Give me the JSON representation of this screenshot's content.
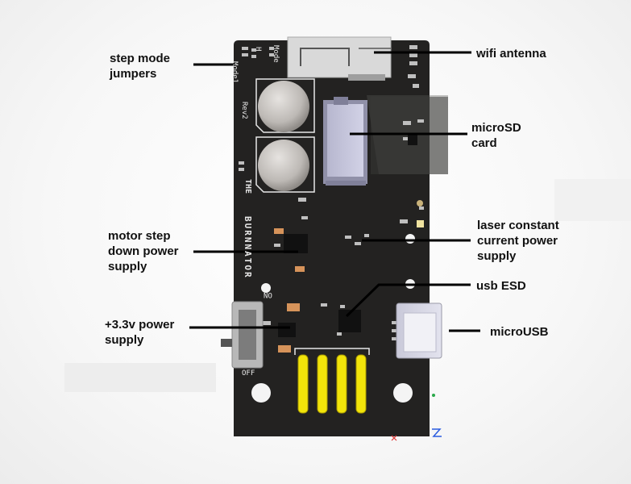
{
  "callouts": {
    "step_mode_jumpers": [
      "step mode",
      "jumpers"
    ],
    "wifi_antenna": [
      "wifi antenna"
    ],
    "microsd_card": [
      "microSD",
      "card"
    ],
    "motor_step_down": [
      "motor step",
      "down power",
      "supply"
    ],
    "laser_constant_current": [
      "laser constant",
      "current power",
      "supply"
    ],
    "usb_esd": [
      "usb ESD"
    ],
    "power_3v3": [
      "+3.3v power",
      "supply"
    ],
    "micro_usb": [
      "microUSB"
    ]
  },
  "silkscreen": {
    "mode1": "Mode1",
    "mode_h": "H",
    "mode_top": "Mode",
    "rev": "Rev2",
    "the": "THE",
    "name": "BURNNATOR",
    "switch_on": "ON",
    "switch_off": "OFF"
  },
  "colors": {
    "pcb": "#222120",
    "silkscreen": "#e8e8e8",
    "header_pins": "#f2e40a",
    "leader_lines": "#000000"
  }
}
